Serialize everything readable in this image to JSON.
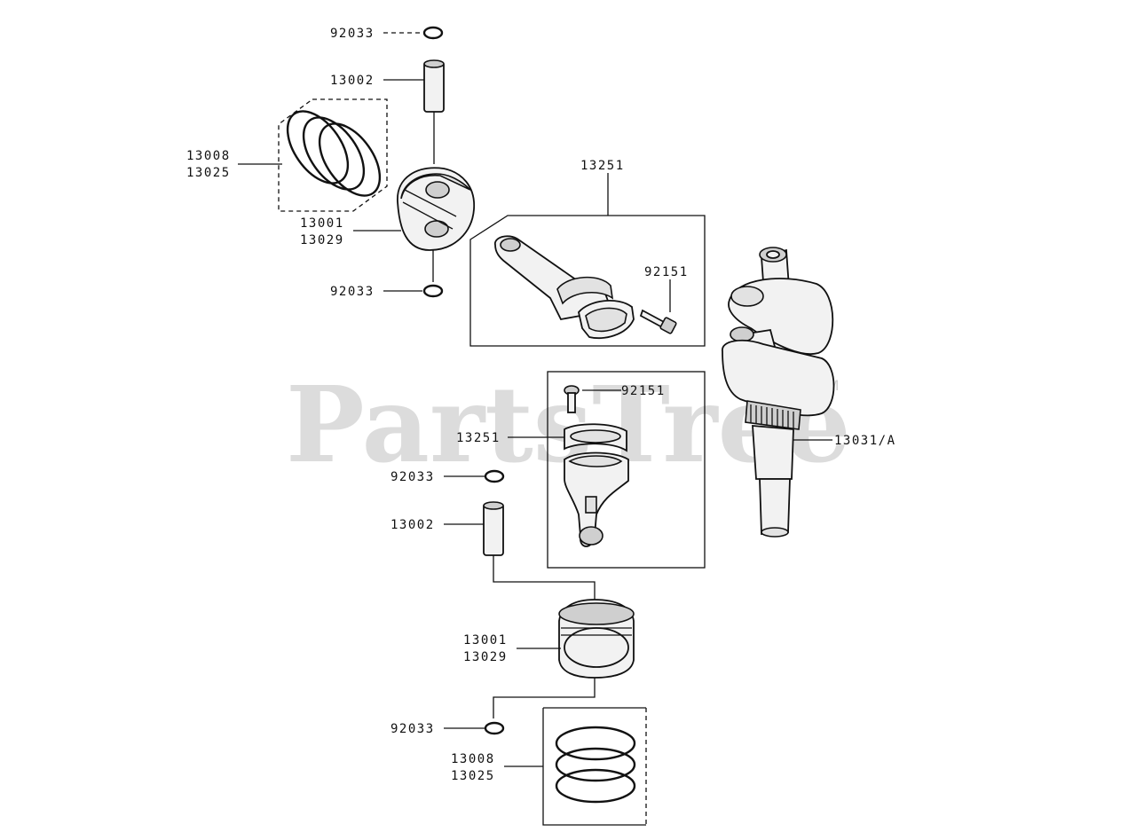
{
  "watermark": {
    "text": "PartsTree",
    "trademark": "TM"
  },
  "labels": {
    "clip_top_a": "92033",
    "pin_top": "13002",
    "rings_top_a": "13008",
    "rings_top_b": "13025",
    "piston_top_a": "13001",
    "piston_top_b": "13029",
    "clip_top_b": "92033",
    "rod_group_top": "13251",
    "bolt_top": "92151",
    "bolt_bottom": "92151",
    "rod_group_bottom": "13251",
    "crankshaft": "13031/A",
    "clip_bottom_a": "92033",
    "pin_bottom": "13002",
    "piston_bottom_a": "13001",
    "piston_bottom_b": "13029",
    "clip_bottom_b": "92033",
    "rings_bottom_a": "13008",
    "rings_bottom_b": "13025"
  }
}
